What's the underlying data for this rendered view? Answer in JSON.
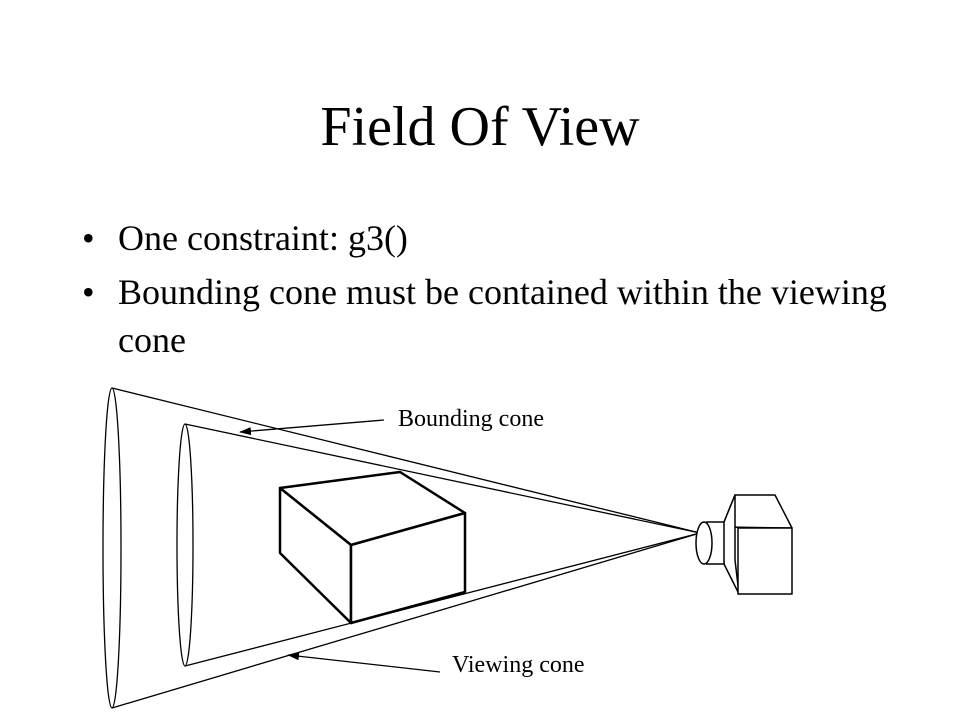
{
  "slide": {
    "title": "Field Of View",
    "bullets": [
      {
        "marker": "•",
        "text": "One constraint: g3()"
      },
      {
        "marker": "•",
        "text": "Bounding cone must be contained within the viewing cone"
      }
    ]
  },
  "diagram": {
    "labels": {
      "bounding_cone": "Bounding cone",
      "viewing_cone": "Viewing cone"
    },
    "stroke_color": "#000000",
    "background_color": "#ffffff"
  }
}
